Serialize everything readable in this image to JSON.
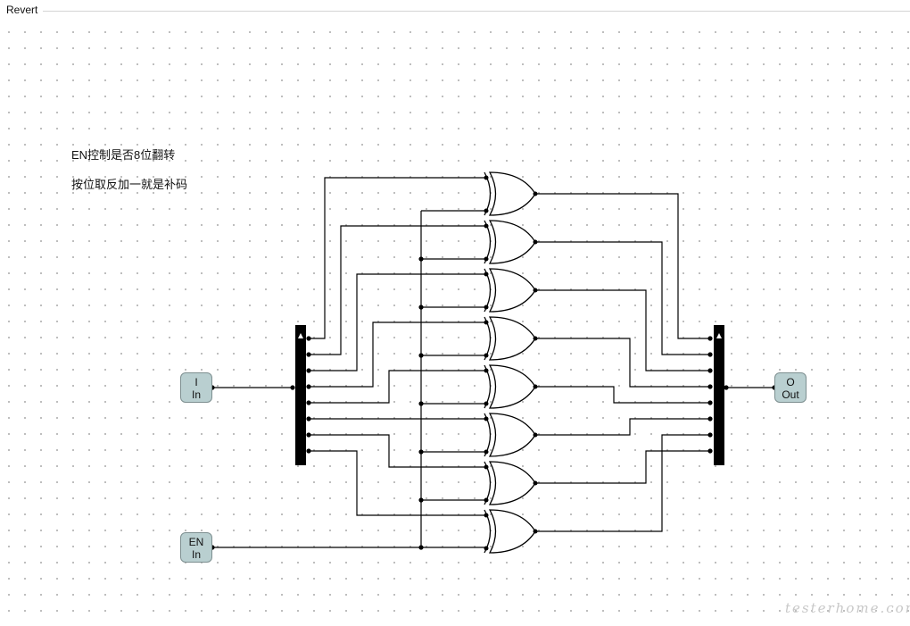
{
  "window": {
    "title": "Revert"
  },
  "notes": [
    "EN控制是否8位翻转",
    "按位取反加一就是补码"
  ],
  "pins": {
    "input_i": {
      "name": "I",
      "type": "In"
    },
    "input_en": {
      "name": "EN",
      "type": "In"
    },
    "output_o": {
      "name": "O",
      "type": "Out"
    }
  },
  "gates": {
    "kind": "XOR",
    "count": 8
  },
  "watermark": "testerhome.com",
  "colors": {
    "wire": "#000000",
    "pin_fill": "#b9cfd0",
    "pin_border": "#7d8f90",
    "grid_dot": "#b4b4b4"
  }
}
